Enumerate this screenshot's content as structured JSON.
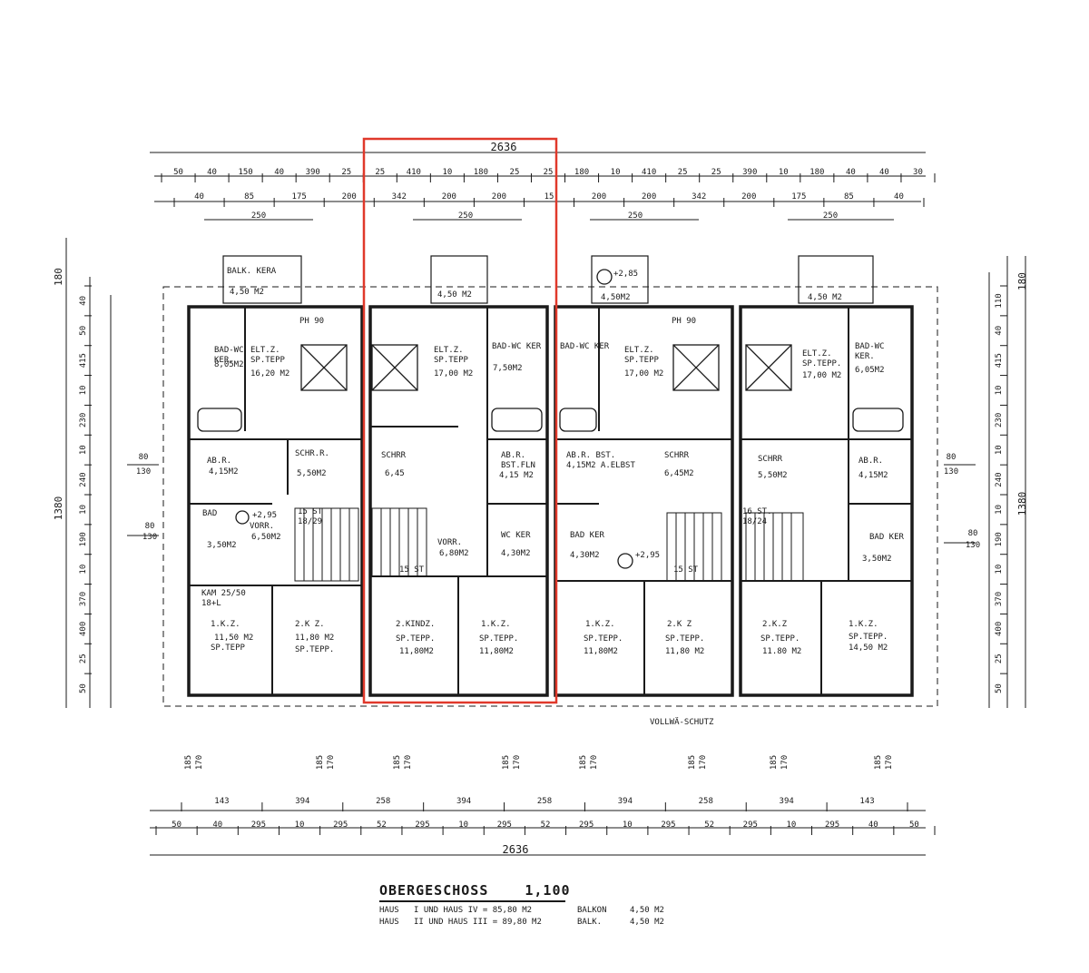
{
  "colors": {
    "ink": "#1a1a1a",
    "highlight": "#e0392b",
    "paper": "#ffffff"
  },
  "dims": {
    "overall_top": "2636",
    "overall_bottom": "2636",
    "top_row1": [
      "50",
      "40",
      "150",
      "40",
      "390",
      "25",
      "25",
      "410",
      "10",
      "180",
      "25",
      "25",
      "180",
      "10",
      "410",
      "25",
      "25",
      "390",
      "10",
      "180",
      "40",
      "40",
      "30"
    ],
    "top_row2": [
      "40",
      "85",
      "175",
      "200",
      "342",
      "200",
      "200",
      "15",
      "200",
      "200",
      "342",
      "200",
      "175",
      "85",
      "40"
    ],
    "top_row3": [
      "250",
      "250",
      "250",
      "250"
    ],
    "bottom_row1": [
      "143",
      "394",
      "258",
      "394",
      "258",
      "394",
      "258",
      "394",
      "143"
    ],
    "bottom_row2": [
      "50",
      "40",
      "295",
      "10",
      "295",
      "52",
      "295",
      "10",
      "295",
      "52",
      "295",
      "10",
      "295",
      "52",
      "295",
      "10",
      "295",
      "40",
      "50"
    ],
    "bottom_vert": [
      "185",
      "170"
    ],
    "left_total": "1380",
    "left_outer": "180",
    "left_col": [
      "40",
      "50",
      "415",
      "10",
      "230",
      "10",
      "240",
      "10",
      "190",
      "10",
      "370",
      "400",
      "25",
      "50"
    ],
    "left_side": [
      "80",
      "130",
      "80",
      "130"
    ],
    "right_total": "1380",
    "right_outer": "180",
    "right_col": [
      "110",
      "40",
      "415",
      "10",
      "230",
      "10",
      "240",
      "10",
      "190",
      "10",
      "370",
      "400",
      "25",
      "50"
    ],
    "right_side": [
      "80",
      "130",
      "80",
      "130"
    ]
  },
  "rooms": {
    "h1": {
      "balcony": "BALK. KERA",
      "balcony_area": "4,50 M2",
      "bath": "BAD-WC KER.",
      "bath_area": "8,05M2",
      "parents": "ELT.Z. SP.TEPP",
      "parents_area": "16,20 M2",
      "ph": "PH 90",
      "storage": "AB.R.",
      "storage_area": "4,15M2",
      "wardrobe": "SCHR.R.",
      "wardrobe_area": "5,50M2",
      "hall": "VORR.",
      "hall_area": "6,50M2",
      "level": "+2,95",
      "bath2": "BAD",
      "bath2_area": "3,50M2",
      "chimney": "KAM 25/50 18+L",
      "child1": "1.K.Z.",
      "child1_floor": "SP.TEPP",
      "child1_area": "11,50 M2",
      "child2": "2.K Z.",
      "child2_floor": "SP.TEPP.",
      "child2_area": "11,80 M2",
      "steps": "15 ST 18/29"
    },
    "h2": {
      "balcony_area": "4,50 M2",
      "parents": "ELT.Z. SP.TEPP",
      "parents_area": "17,00 M2",
      "bath": "BAD-WC KER",
      "bath_area": "7,50M2",
      "wardrobe": "SCHRR",
      "wardrobe_area": "6,45",
      "storage": "AB.R. BST.FLN",
      "storage_area": "4,15 M2",
      "hall": "VORR.",
      "hall_area": "6,80M2",
      "wc": "WC KER",
      "wc_area": "4,30M2",
      "child2": "2.KINDZ.",
      "child2_floor": "SP.TEPP.",
      "child2_area": "11,80M2",
      "child1": "1.K.Z.",
      "child1_floor": "SP.TEPP.",
      "child1_area": "11,80M2",
      "steps": "15 ST"
    },
    "h3": {
      "balcony_area": "4,50M2",
      "level": "+2,85",
      "bath": "BAD-WC KER",
      "ph": "PH 90",
      "parents": "ELT.Z. SP.TEPP",
      "parents_area": "17,00 M2",
      "storage": "AB.R. BST. 4,15M2 A.ELBST",
      "wardrobe": "SCHRR",
      "wardrobe_area": "6,45M2",
      "bath2": "BAD KER",
      "bath2_area": "4,30M2",
      "level2": "+2,95",
      "child1": "1.K.Z.",
      "child1_floor": "SP.TEPP.",
      "child1_area": "11,80M2",
      "child2": "2.K Z",
      "child2_floor": "SP.TEPP.",
      "child2_area": "11,80 M2",
      "steps": "15 ST",
      "rail": "VOLLWÄ-SCHUTZ"
    },
    "h4": {
      "balcony_area": "4,50 M2",
      "parents": "ELT.Z. SP.TEPP.",
      "parents_area": "17,00 M2",
      "bath": "BAD-WC KER.",
      "bath_area": "6,05M2",
      "wardrobe": "SCHRR",
      "wardrobe_area": "5,50M2",
      "storage": "AB.R.",
      "storage_area": "4,15M2",
      "bath2": "BAD KER",
      "bath2_area": "3,50M2",
      "child2": "2.K.Z",
      "child2_floor": "SP.TEPP.",
      "child2_area": "11.80 M2",
      "child1": "1.K.Z.",
      "child1_floor": "SP.TEPP.",
      "child1_area": "14,50 M2",
      "steps": "16 ST. 18/24"
    }
  },
  "title": {
    "name": "OBERGESCHOSS",
    "scale": "1,100",
    "rows": [
      [
        "HAUS",
        "I UND HAUS IV = 85,80 M2",
        "BALKON",
        "4,50 M2"
      ],
      [
        "HAUS",
        "II UND HAUS III = 89,80 M2",
        "BALK.",
        "4,50 M2"
      ]
    ]
  }
}
